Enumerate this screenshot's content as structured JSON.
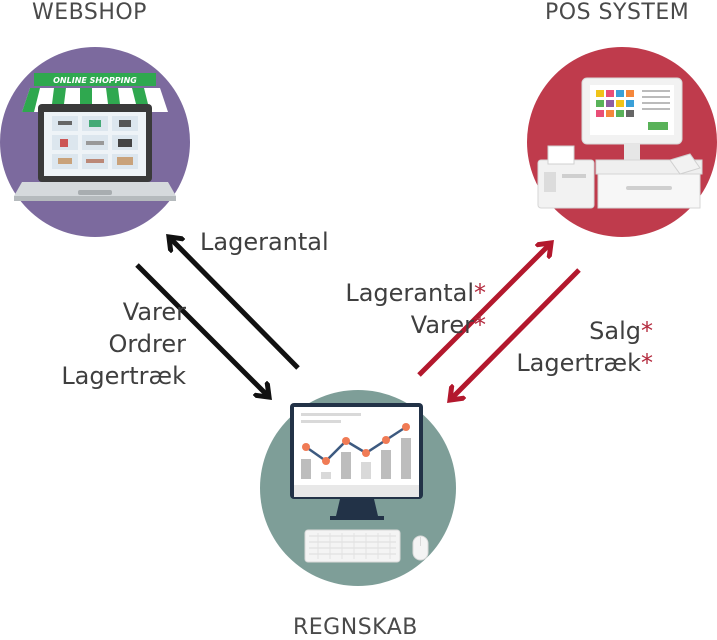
{
  "nodes": {
    "webshop": {
      "title": "WEBSHOP",
      "banner": "ONLINE SHOPPING",
      "circle_color": "#7c6a9e"
    },
    "pos": {
      "title": "POS SYSTEM",
      "circle_color": "#bf3b4c"
    },
    "regnskab": {
      "title": "REGNSKAB",
      "circle_color": "#7e9e98"
    }
  },
  "flows": {
    "regnskab_to_webshop": {
      "lines": [
        "Lagerantal"
      ],
      "color": "#111111"
    },
    "webshop_to_regnskab": {
      "lines": [
        "Varer",
        "Ordrer",
        "Lagertræk"
      ],
      "color": "#111111"
    },
    "regnskab_to_pos": {
      "lines": [
        "Lagerantal",
        "Varer"
      ],
      "marker": "*",
      "color": "#b3182d"
    },
    "pos_to_regnskab": {
      "lines": [
        "Salg",
        "Lagertræk"
      ],
      "marker": "*",
      "color": "#b3182d"
    }
  },
  "icons": [
    "shop-laptop-icon",
    "pos-terminal-icon",
    "desktop-chart-icon"
  ]
}
